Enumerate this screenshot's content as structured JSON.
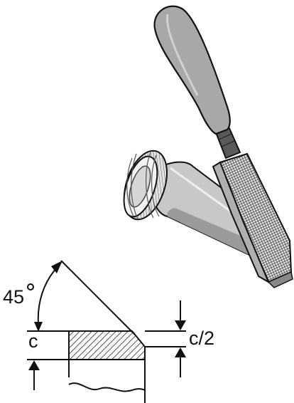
{
  "labels": {
    "angle": "45",
    "thickness": "c",
    "chamfer_depth": "c/2"
  },
  "colors": {
    "stroke": "#111111",
    "handle_fill": "#a6a6a6",
    "pipe_fill": "#c6c6c6",
    "pipe_shadow": "#9c9c9c",
    "thread_fill": "#d9d9d9",
    "hatch": "#222222"
  }
}
